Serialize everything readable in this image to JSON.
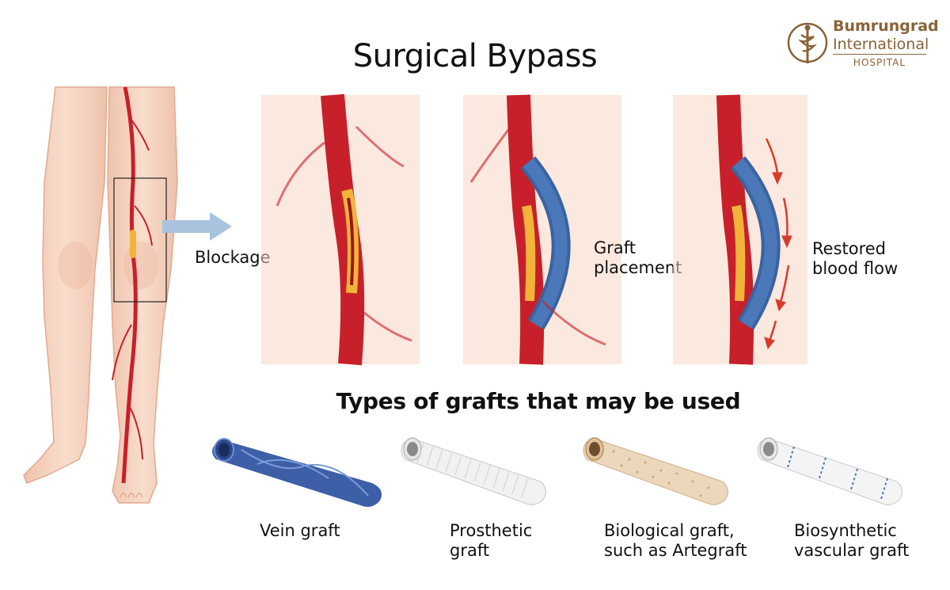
{
  "title": "Surgical Bypass",
  "logo": {
    "name_line1": "Bumrungrad",
    "name_line2": "International",
    "name_line3": "HOSPITAL",
    "color": "#8a6337"
  },
  "stages": [
    {
      "label": "Blockage"
    },
    {
      "label_line1": "Graft",
      "label_line2": "placement"
    },
    {
      "label_line1": "Restored",
      "label_line2": "blood flow"
    }
  ],
  "grafts_title": "Types of grafts that may be used",
  "grafts": [
    {
      "line1": "Vein graft",
      "line2": ""
    },
    {
      "line1": "Prosthetic",
      "line2": "graft"
    },
    {
      "line1": "Biological graft,",
      "line2": "such as Artegraft"
    },
    {
      "line1": "Biosynthetic",
      "line2": "vascular graft"
    }
  ],
  "colors": {
    "skin": "#f7d6c3",
    "skin_shadow": "#e8b29a",
    "artery": "#c8202a",
    "artery_dark": "#9c141c",
    "plaque": "#f0b43a",
    "graft_blue": "#4a78b8",
    "arrow_red": "#d83a2a",
    "arrow_blue": "#a9c3de"
  }
}
